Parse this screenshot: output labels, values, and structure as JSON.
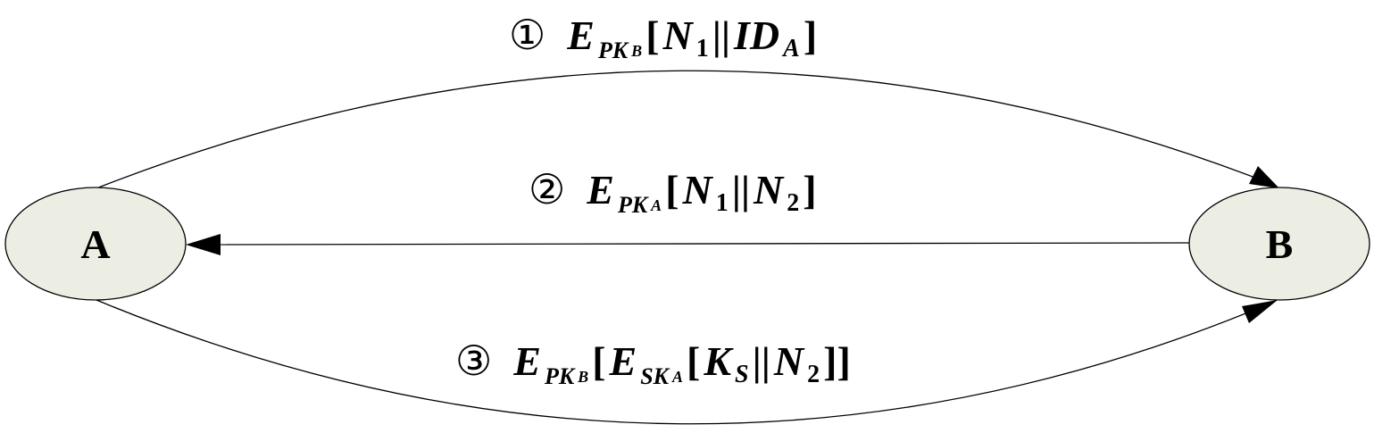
{
  "nodes": {
    "a": {
      "label": "A",
      "fill": "#eceee3"
    },
    "b": {
      "label": "B",
      "fill": "#eceee3"
    }
  },
  "messages": [
    {
      "step": "①",
      "parts": {
        "E": "E",
        "sub": "PK",
        "subsub": "B",
        "open": "[",
        "N": "N",
        "nsub": "1",
        "sep": "||",
        "ID": "ID",
        "idsub": "A",
        "close": "]"
      }
    },
    {
      "step": "②",
      "parts": {
        "E": "E",
        "sub": "PK",
        "subsub": "A",
        "open": "[",
        "N1": "N",
        "n1sub": "1",
        "sep": "||",
        "N2": "N",
        "n2sub": "2",
        "close": "]"
      }
    },
    {
      "step": "③",
      "parts": {
        "E": "E",
        "sub": "PK",
        "subsub": "B",
        "open1": "[",
        "E2": "E",
        "sub2": "SK",
        "subsub2": "A",
        "open2": "[",
        "K": "K",
        "ksub": "S",
        "sep": "||",
        "N": "N",
        "nsub": "2",
        "close": "]]"
      }
    }
  ]
}
